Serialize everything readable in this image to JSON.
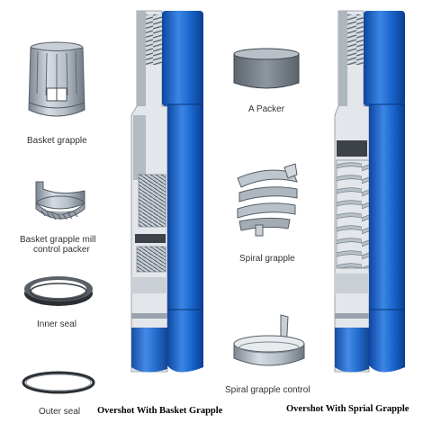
{
  "labels": {
    "basket_grapple": "Basket grapple",
    "basket_grapple_mill_control_packer_l1": "Basket grapple mill",
    "basket_grapple_mill_control_packer_l2": "control packer",
    "inner_seal": "Inner seal",
    "outer_seal": "Outer seal",
    "a_packer": "A Packer",
    "spiral_grapple": "Spiral grapple",
    "spiral_grapple_control": "Spiral grapple  control"
  },
  "captions": {
    "left": "Overshot  With Basket Grapple",
    "right": "Overshot  With Sprial Grapple"
  },
  "colors": {
    "blue": "#1763c9",
    "blue_light": "#3b86e6",
    "blue_dark": "#0d46a0",
    "steel": "#a9b2bb",
    "steel_dark": "#6f7882",
    "steel_light": "#d3d9df",
    "internal": "#e7e9ec"
  }
}
